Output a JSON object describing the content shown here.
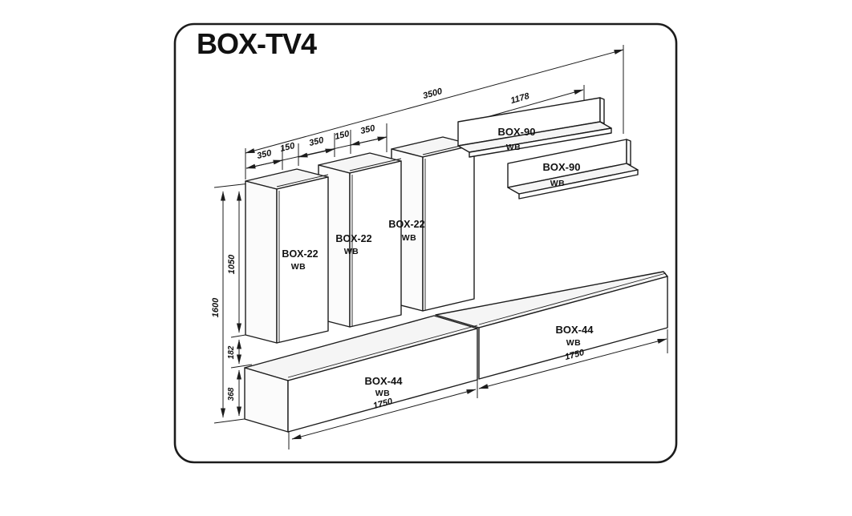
{
  "title": "BOX-TV4",
  "colors": {
    "line": "#1c1c1c",
    "background": "#ffffff"
  },
  "dimensions": {
    "total_width": "3500",
    "shelf_span": "1178",
    "top_chain": [
      "350",
      "150",
      "350",
      "150",
      "350"
    ],
    "total_height": "1600",
    "cabinet_height": "1050",
    "gap_height": "182",
    "base_height": "368",
    "base_left_length": "1750",
    "base_right_length": "1750"
  },
  "products": {
    "cabinets": [
      {
        "name": "BOX-22",
        "finish": "WB"
      },
      {
        "name": "BOX-22",
        "finish": "WB"
      },
      {
        "name": "BOX-22",
        "finish": "WB"
      }
    ],
    "shelves": [
      {
        "name": "BOX-90",
        "finish": "WB"
      },
      {
        "name": "BOX-90",
        "finish": "WB"
      }
    ],
    "bases": [
      {
        "name": "BOX-44",
        "finish": "WB"
      },
      {
        "name": "BOX-44",
        "finish": "WB"
      }
    ]
  }
}
